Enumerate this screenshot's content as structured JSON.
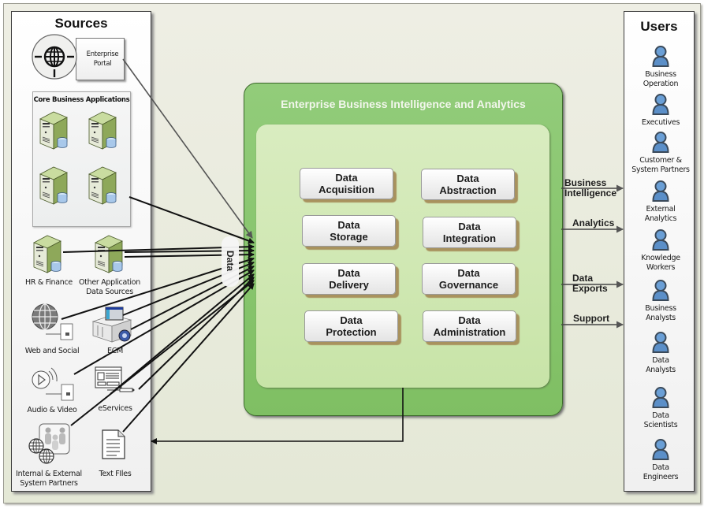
{
  "sources": {
    "title": "Sources",
    "enterprise_portal": "Enterprise\nPortal",
    "core_apps_title": "Core Business Applications",
    "items": [
      {
        "id": "hr-finance",
        "label": "HR & Finance"
      },
      {
        "id": "other-app",
        "label": "Other Application\nData Sources"
      },
      {
        "id": "web-social",
        "label": "Web and Social"
      },
      {
        "id": "ecm",
        "label": "ECM"
      },
      {
        "id": "audio-video",
        "label": "Audio & Video"
      },
      {
        "id": "eservices",
        "label": "eServices"
      },
      {
        "id": "partners",
        "label": "Internal & External\nSystem Partners"
      },
      {
        "id": "text-files",
        "label": "Text FIles"
      }
    ]
  },
  "data_tag": "Data",
  "ebi": {
    "title": "Enterprise Business Intelligence and Analytics",
    "capabilities": [
      "Data\nAcquisition",
      "Data\nAbstraction",
      "Data\nStorage",
      "Data\nIntegration",
      "Data\nDelivery",
      "Data\nGovernance",
      "Data\nProtection",
      "Data\nAdministration"
    ]
  },
  "outputs": [
    "Business\nIntelligence",
    "Analytics",
    "Data\nExports",
    "Support"
  ],
  "users": {
    "title": "Users",
    "items": [
      "Business\nOperation",
      "Executives",
      "Customer &\nSystem Partners",
      "External\nAnalytics",
      "Knowledge\nWorkers",
      "Business\nAnalysts",
      "Data\nAnalysts",
      "Data\nScientists",
      "Data\nEngineers"
    ]
  },
  "colors": {
    "ebi_outer": "#86c46a",
    "ebi_inner": "#d4eab8",
    "user_icon": "#5b8fc8",
    "server_green": "#9bb86a"
  }
}
